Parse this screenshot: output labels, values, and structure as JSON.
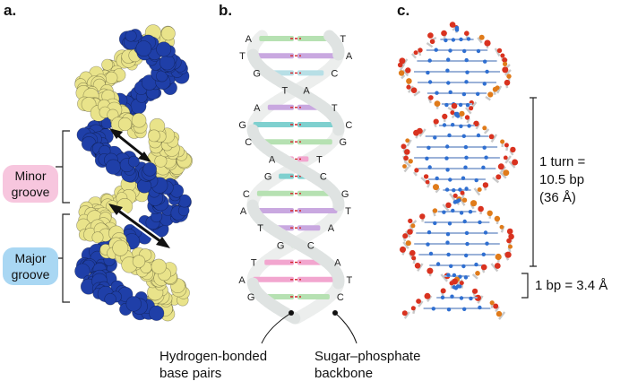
{
  "panels": {
    "a": "a.",
    "b": "b.",
    "c": "c."
  },
  "groove_labels": {
    "minor_line1": "Minor",
    "minor_line2": "groove",
    "major_line1": "Major",
    "major_line2": "groove"
  },
  "pill_colors": {
    "minor": "#f7c6de",
    "major": "#a9d7f3"
  },
  "model_colors": {
    "strand_blue": "#1f3fa8",
    "strand_yellow": "#e9e38a",
    "backbone_ribbon": "#dfe3e2",
    "atom_red": "#d9321f",
    "atom_blue": "#2f6fd1",
    "stick_grey": "#c8c8c8"
  },
  "base_pairs": [
    {
      "left": "A",
      "right": "T",
      "color": "#b6e1b2"
    },
    {
      "left": "T",
      "right": "A",
      "color": "#c9a8e0"
    },
    {
      "left": "G",
      "right": "C",
      "color": "#b7dfe6"
    },
    {
      "left": "T",
      "right": "A",
      "color": "#f2a6cf"
    },
    {
      "left": "A",
      "right": "T",
      "color": "#c9a8e0"
    },
    {
      "left": "G",
      "right": "C",
      "color": "#7fd0cf"
    },
    {
      "left": "C",
      "right": "G",
      "color": "#b6e1b2"
    },
    {
      "left": "A",
      "right": "T",
      "color": "#f2a6cf"
    },
    {
      "left": "G",
      "right": "C",
      "color": "#7fd0cf"
    },
    {
      "left": "C",
      "right": "G",
      "color": "#b6e1b2"
    },
    {
      "left": "A",
      "right": "T",
      "color": "#c9a8e0"
    },
    {
      "left": "T",
      "right": "A",
      "color": "#c9a8e0"
    },
    {
      "left": "G",
      "right": "C",
      "color": "#b6e1b2"
    },
    {
      "left": "T",
      "right": "A",
      "color": "#f2a6cf"
    },
    {
      "left": "A",
      "right": "T",
      "color": "#f2a6cf"
    },
    {
      "left": "G",
      "right": "C",
      "color": "#b6e1b2"
    }
  ],
  "callouts": {
    "hbond_line1": "Hydrogen-bonded",
    "hbond_line2": "base pairs",
    "backbone_line1": "Sugar–phosphate",
    "backbone_line2": "backbone"
  },
  "measurements": {
    "turn_line1": "1 turn =",
    "turn_line2": "10.5 bp",
    "turn_line3": "(36 Å)",
    "bp": "1 bp = 3.4 Å"
  }
}
